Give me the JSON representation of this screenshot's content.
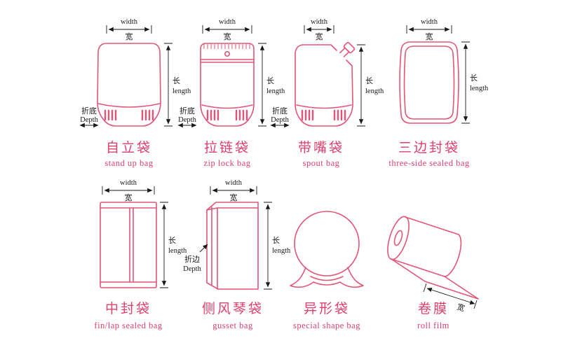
{
  "title": "Packaging bag types diagram",
  "colors": {
    "line": "#e25579",
    "name": "#de3f6d",
    "dim": "#1a1a1a",
    "bg": "#ffffff"
  },
  "dims": {
    "width_en": "width",
    "width_cn": "宽",
    "length_cn": "长",
    "length_en": "length",
    "bottom_fold_cn": "折底",
    "bottom_fold_en": "Depth",
    "side_fold_cn": "折边",
    "side_fold_en": "Depth"
  },
  "bags": [
    {
      "id": "stand-up-bag",
      "name_cn": "自立袋",
      "name_en": "stand up bag"
    },
    {
      "id": "zip-lock-bag",
      "name_cn": "拉链袋",
      "name_en": "zip lock bag"
    },
    {
      "id": "spout-bag",
      "name_cn": "带嘴袋",
      "name_en": "spout bag"
    },
    {
      "id": "three-side-sealed-bag",
      "name_cn": "三边封袋",
      "name_en": "three-side sealed bag"
    },
    {
      "id": "fin-lap-sealed-bag",
      "name_cn": "中封袋",
      "name_en": "fin/lap sealed bag"
    },
    {
      "id": "gusset-bag",
      "name_cn": "侧风琴袋",
      "name_en": "gusset bag"
    },
    {
      "id": "special-shape-bag",
      "name_cn": "异形袋",
      "name_en": "special shape bag"
    },
    {
      "id": "roll-film",
      "name_cn": "卷膜",
      "name_en": "roll film"
    }
  ]
}
